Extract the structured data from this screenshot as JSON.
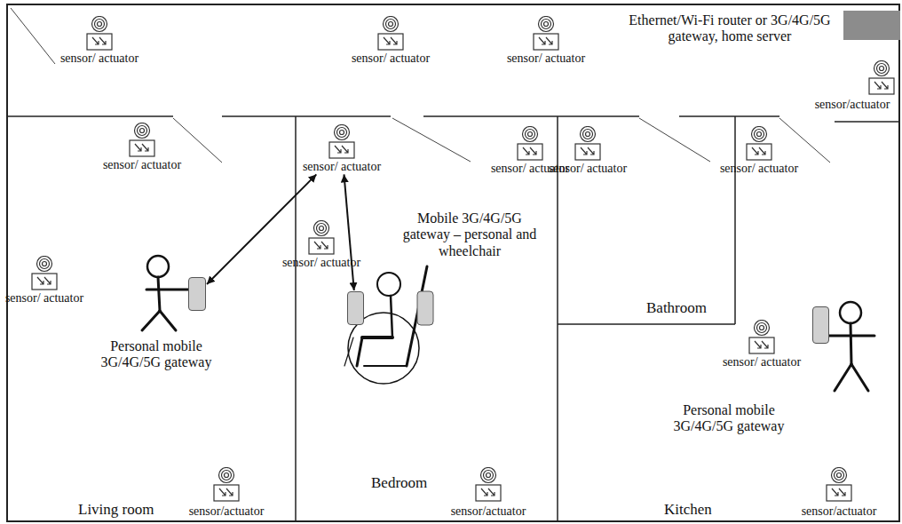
{
  "diagram": {
    "nodes": [
      {
        "text": [
          "sensor/ actuator"
        ]
      },
      {
        "text": [
          "sensor/ actuator"
        ]
      },
      {
        "text": [
          "sensor/ actuator"
        ]
      },
      {
        "text": [
          "Ethernet/Wi-Fi router or 3G/4G/5G gateway, home server"
        ]
      },
      {
        "text": [
          "sensor/actuator"
        ]
      },
      {
        "text": [
          "sensor/ actuator"
        ]
      },
      {
        "text": [
          "sensor/ actuator"
        ]
      },
      {
        "text": [
          "sensor/ actuator"
        ]
      },
      {
        "text": [
          "sensor/ actuator"
        ]
      },
      {
        "text": [
          "sensor/ actuator"
        ]
      },
      {
        "text": [
          "Mobile 3G/4G/5G gateway – personal and wheelchair"
        ]
      },
      {
        "text": [
          "sensor/ actuator"
        ]
      },
      {
        "text": [
          "sensor/ actuator"
        ]
      },
      {
        "text": [
          "Personal mobile 3G/4G/5G gateway"
        ]
      },
      {
        "text": [
          "sensor/ actuator"
        ]
      },
      {
        "text": [
          "Personal mobile 3G/4G/5G gateway"
        ]
      },
      {
        "text": [
          "sensor/actuator"
        ]
      },
      {
        "text": [
          "sensor/actuator"
        ]
      },
      {
        "text": [
          "sensor/actuator"
        ]
      }
    ],
    "edges": [
      {
        "from": 13,
        "to": 6,
        "arrow": "both"
      },
      {
        "from": 6,
        "to": 10,
        "arrow": "both"
      }
    ],
    "labels": [
      "Bathroom",
      "Living room",
      "Bedroom",
      "Kitchen"
    ]
  }
}
